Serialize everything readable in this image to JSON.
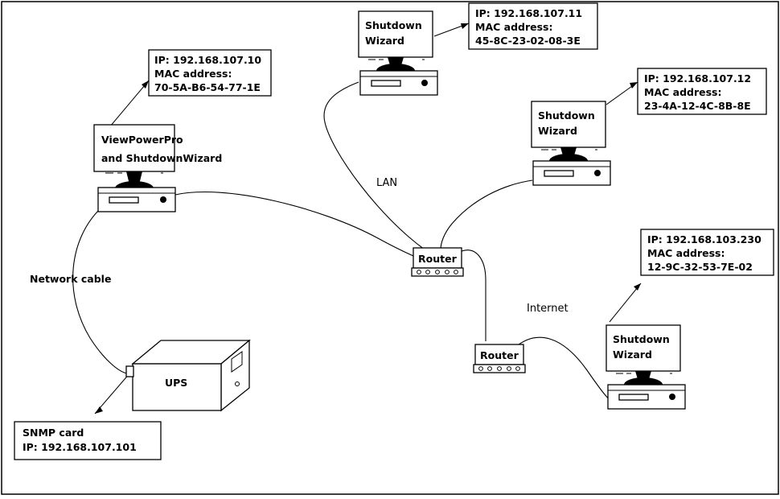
{
  "diagram": {
    "title": "Network topology with UPS, SNMP card, router and ShutdownWizard clients",
    "border_color": "#000000",
    "background_color": "#ffffff",
    "line_color": "#000000"
  },
  "info_boxes": {
    "main_pc": {
      "line1": "IP: 192.168.107.10",
      "line2": "MAC address:",
      "line3": "70-5A-B6-54-77-1E"
    },
    "client_top": {
      "line1": "IP: 192.168.107.11",
      "line2": "MAC address:",
      "line3": "45-8C-23-02-08-3E"
    },
    "client_right": {
      "line1": "IP: 192.168.107.12",
      "line2": "MAC address:",
      "line3": "23-4A-12-4C-8B-8E"
    },
    "client_remote": {
      "line1": "IP: 192.168.103.230",
      "line2": "MAC address:",
      "line3": "12-9C-32-53-7E-02"
    },
    "snmp_card": {
      "line1": "SNMP card",
      "line2": "IP: 192.168.107.101"
    }
  },
  "devices": {
    "main_pc": {
      "label_line1": "ViewPowerPro",
      "label_line2": "and ShutdownWizard"
    },
    "client_top": {
      "label_line1": "Shutdown",
      "label_line2": "Wizard"
    },
    "client_right": {
      "label_line1": "Shutdown",
      "label_line2": "Wizard"
    },
    "client_remote": {
      "label_line1": "Shutdown",
      "label_line2": "Wizard"
    },
    "router_lan": {
      "label": "Router"
    },
    "router_internet": {
      "label": "Router"
    },
    "ups": {
      "label": "UPS"
    }
  },
  "link_labels": {
    "lan": "LAN",
    "internet": "Internet",
    "network_cable": "Network cable"
  }
}
